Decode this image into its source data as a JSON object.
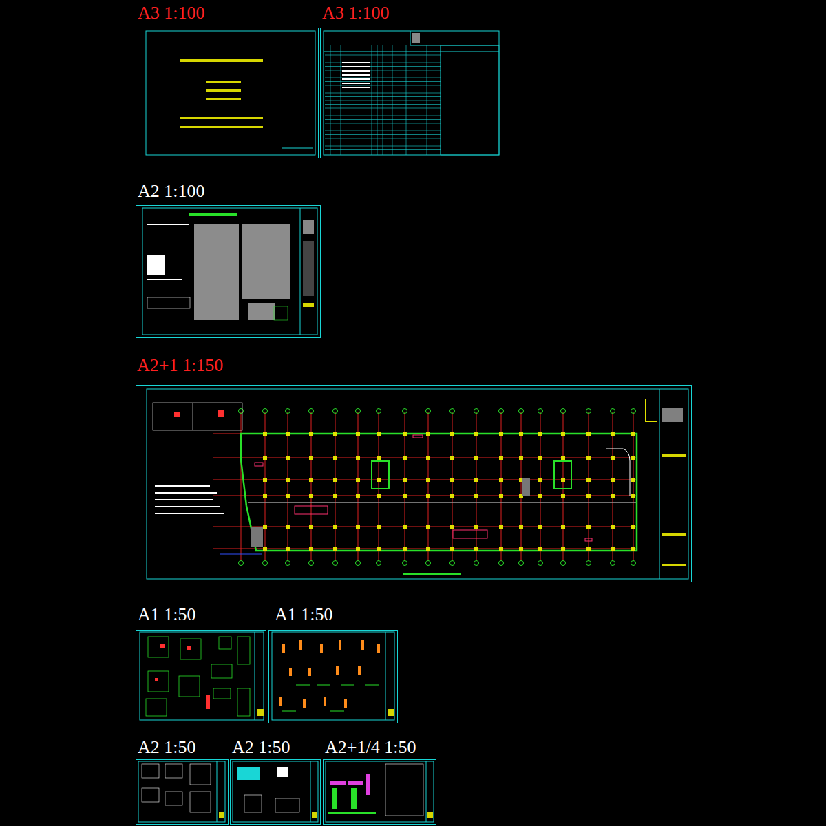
{
  "diagram": {
    "nodes": [
      {
        "text": [
          "A3 1:100"
        ]
      },
      {
        "text": [
          "A3 1:100"
        ]
      },
      {
        "text": [
          "A2 1:100"
        ]
      },
      {
        "text": [
          "A2+1 1:150"
        ]
      },
      {
        "text": [
          "A1 1:50"
        ]
      },
      {
        "text": [
          "A1 1:50"
        ]
      },
      {
        "text": [
          "A2 1:50"
        ]
      },
      {
        "text": [
          "A2 1:50"
        ]
      },
      {
        "text": [
          "A2+1/4 1:50"
        ]
      }
    ]
  }
}
